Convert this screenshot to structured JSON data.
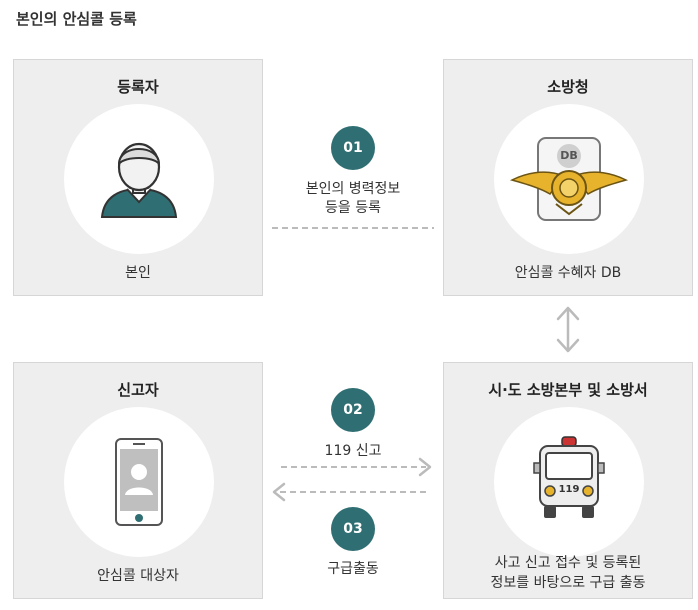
{
  "page": {
    "title": "본인의 안심콜 등록"
  },
  "boxes": {
    "registrant": {
      "title": "등록자",
      "caption": "본인"
    },
    "fire_agency": {
      "title": "소방청",
      "caption": "안심콜 수혜자 DB",
      "db_label": "DB"
    },
    "reporter": {
      "title": "신고자",
      "caption": "안심콜 대상자"
    },
    "fire_station": {
      "title": "시·도 소방본부 및 소방서",
      "caption_line1": "사고 신고 접수 및 등록된",
      "caption_line2": "정보를 바탕으로 구급 출동",
      "ambulance_number": "119"
    }
  },
  "steps": [
    {
      "number": "01",
      "line1": "본인의 병력정보",
      "line2": "등을 등록"
    },
    {
      "number": "02",
      "text": "119 신고"
    },
    {
      "number": "03",
      "text": "구급출동"
    }
  ],
  "colors": {
    "accent": "#2f6f73",
    "box_background": "#eeeeee",
    "arrow": "#bbbbbb",
    "emblem_gold": "#e8b32c"
  },
  "icons": {
    "registrant": "person-icon",
    "fire_agency": "fire-agency-emblem-icon",
    "reporter": "smartphone-icon",
    "fire_station": "ambulance-icon"
  }
}
